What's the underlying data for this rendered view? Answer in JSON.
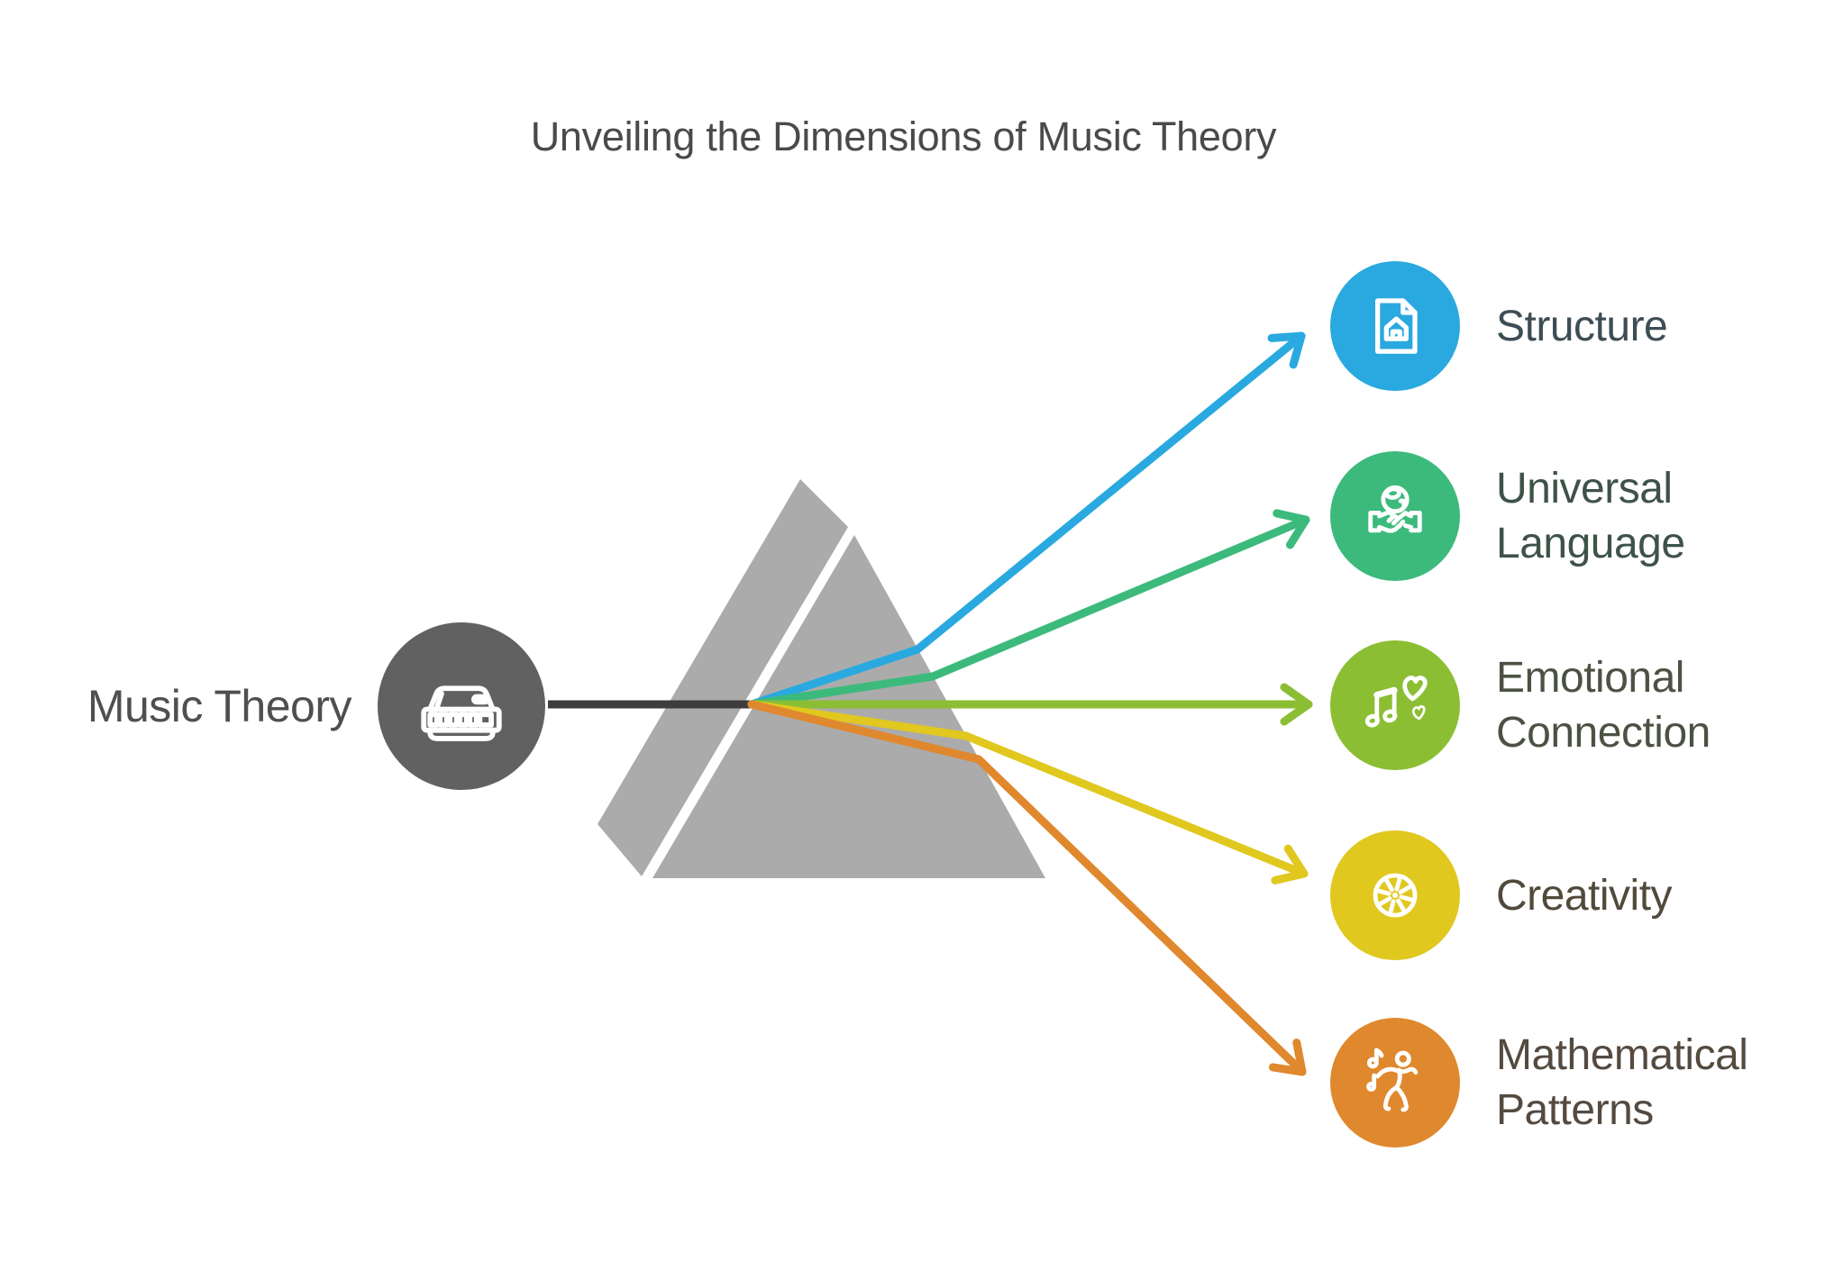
{
  "title": "Unveiling the Dimensions of Music Theory",
  "source": {
    "label": "Music Theory",
    "icon": "harmonica-icon",
    "circle_color": "#616161",
    "label_color": "#4f4f4f"
  },
  "beam_color": "#3d3d3d",
  "prism": {
    "fill": "#ababab"
  },
  "spokes": [
    {
      "label": "Structure",
      "icon": "document-home-icon",
      "color": "#29a9df",
      "label_color": "#3d4d55"
    },
    {
      "label": "Universal Language",
      "icon": "globe-handshake-icon",
      "color": "#3cba7c",
      "label_color": "#3e5248"
    },
    {
      "label": "Emotional Connection",
      "icon": "notes-hearts-icon",
      "color": "#8cbe33",
      "label_color": "#4c5243"
    },
    {
      "label": "Creativity",
      "icon": "citrus-wheel-icon",
      "color": "#e0c81f",
      "label_color": "#514a3b"
    },
    {
      "label": "Mathematical Patterns",
      "icon": "dancer-notes-icon",
      "color": "#e0882e",
      "label_color": "#544a40"
    }
  ]
}
